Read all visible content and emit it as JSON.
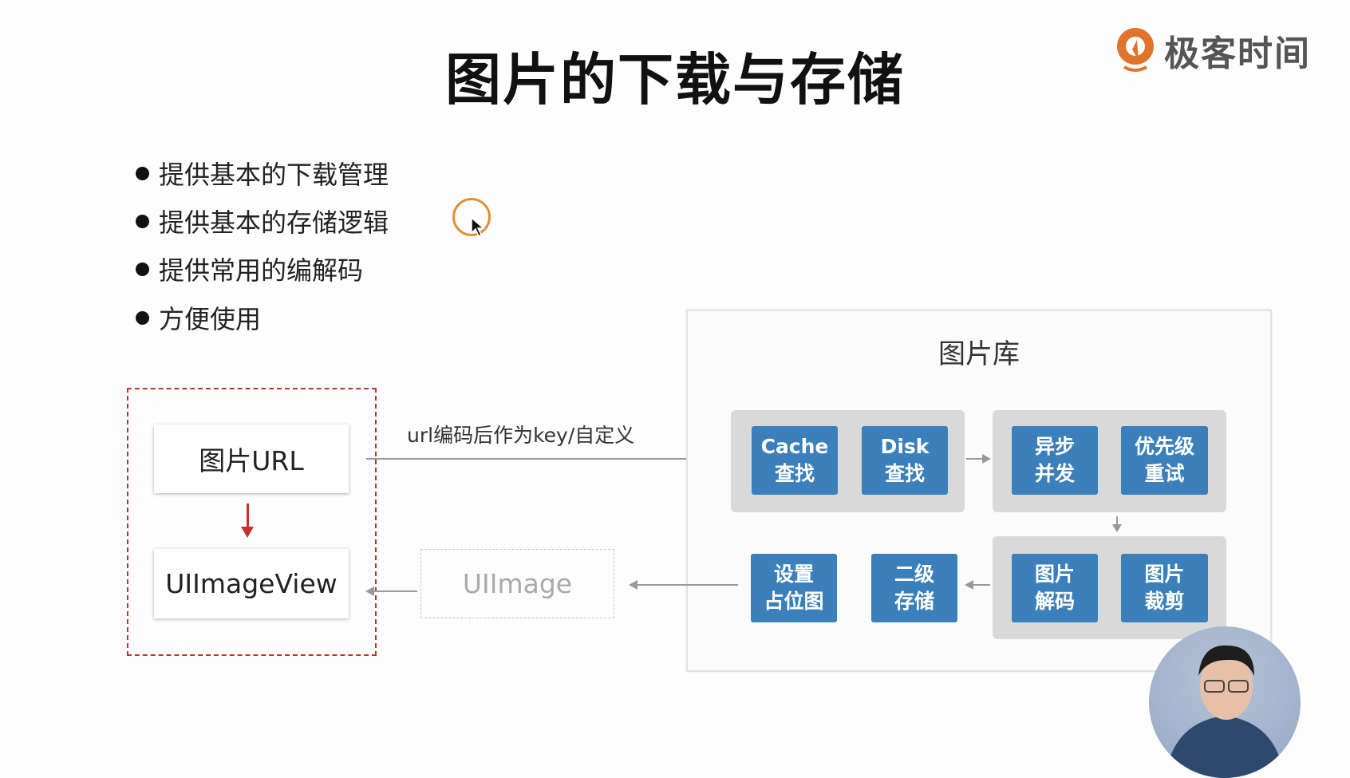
{
  "title": "图片的下载与存储",
  "logo": {
    "text": "极客时间",
    "accent": "#e0742c"
  },
  "bullets": [
    "提供基本的下载管理",
    "提供基本的存储逻辑",
    "提供常用的编解码",
    "方便使用"
  ],
  "left": {
    "url_box": "图片URL",
    "imageview_box": "UIImageView",
    "uiimage_box": "UIImage",
    "arrow_label": "url编码后作为key/自定义"
  },
  "library": {
    "title": "图片库",
    "steps": {
      "cache": "Cache\n查找",
      "disk": "Disk\n查找",
      "async": "异步\n并发",
      "retry": "优先级\n重试",
      "decode": "图片\n解码",
      "crop": "图片\n裁剪",
      "store": "二级\n存储",
      "placeholder": "设置\n占位图"
    }
  },
  "colors": {
    "step_blue": "#3b80bb",
    "dashed_red": "#c9302c",
    "group_gray": "#d9d9d9"
  }
}
